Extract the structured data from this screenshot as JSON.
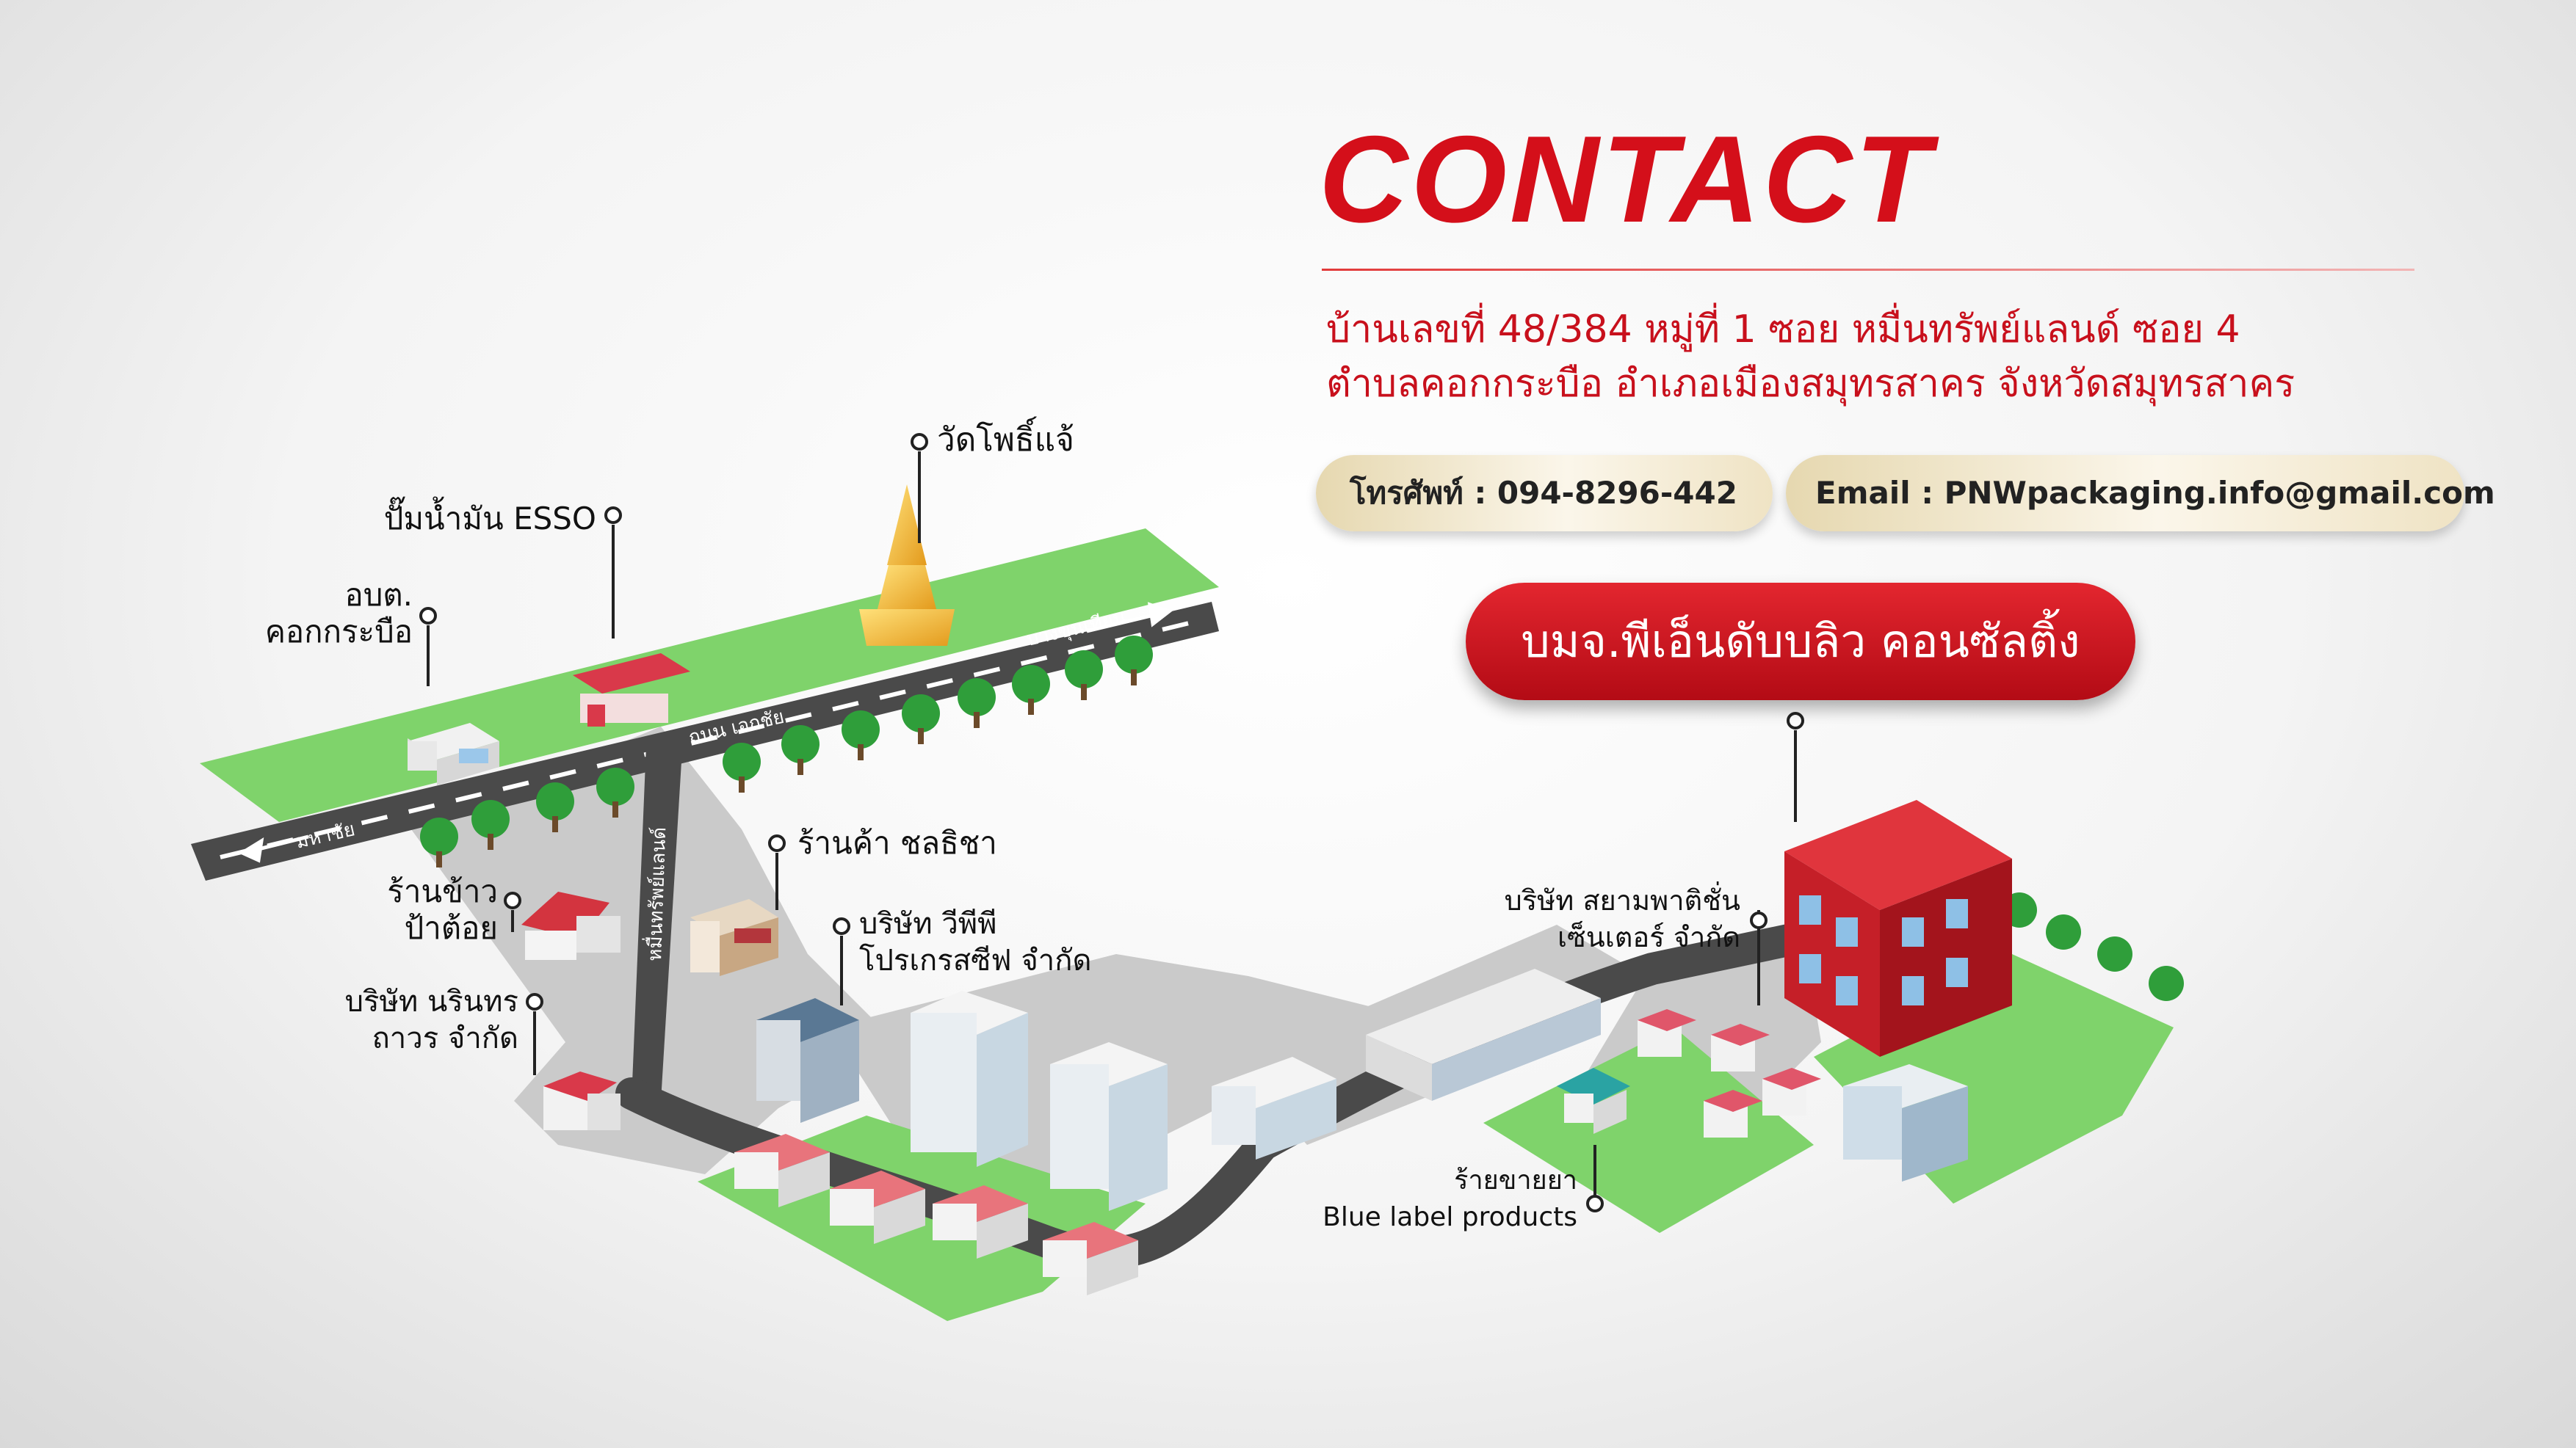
{
  "header": {
    "title": "CONTACT",
    "address_line1": "บ้านเลขที่ 48/384 หมู่ที่ 1 ซอย หมื่นทรัพย์แลนด์ ซอย 4",
    "address_line2": "ตำบลคอกกระบือ อำเภอเมืองสมุทรสาคร จังหวัดสมุทรสาคร"
  },
  "contact": {
    "phone": "โทรศัพท์ : 094-8296-442",
    "email": "Email : PNWpackaging.info@gmail.com"
  },
  "company": {
    "name": "บมจ.พีเอ็นดับบลิว คอนซัลติ้ง"
  },
  "landmarks": {
    "temple": "วัดโพธิ์แจ้",
    "gas_station": "ปั๊มน้ำมัน ESSO",
    "sao_line1": "อบต.",
    "sao_line2": "คอกกระบือ",
    "shop_chonlicha": "ร้านค้า ชลธิชา",
    "rice_shop_line1": "ร้านข้าว",
    "rice_shop_line2": "ป้าต้อย",
    "vpp_line1": "บริษัท วีพีพี",
    "vpp_line2": "โปรเกรสซีฟ จำกัด",
    "narinthorn_line1": "บริษัท นรินทร",
    "narinthorn_line2": "ถาวร จำกัด",
    "siam_line1": "บริษัท สยามพาติชั่น",
    "siam_line2": "เซ็นเตอร์ จำกัด",
    "drugstore_line1": "ร้ายขายยา",
    "drugstore_line2": "Blue label products"
  },
  "roads": {
    "mahachai": "มหาชัย",
    "ekachai": "ถนน เอกชัย",
    "bangkhunthian": "บางขุนเทียน",
    "muensap": "หมื่นทรัพย์แลนด์"
  },
  "colors": {
    "brand_red": "#d40f1a",
    "grass_green": "#7fd36b",
    "road_dark": "#4a4a4a",
    "ground_gray": "#c9c9c9"
  }
}
